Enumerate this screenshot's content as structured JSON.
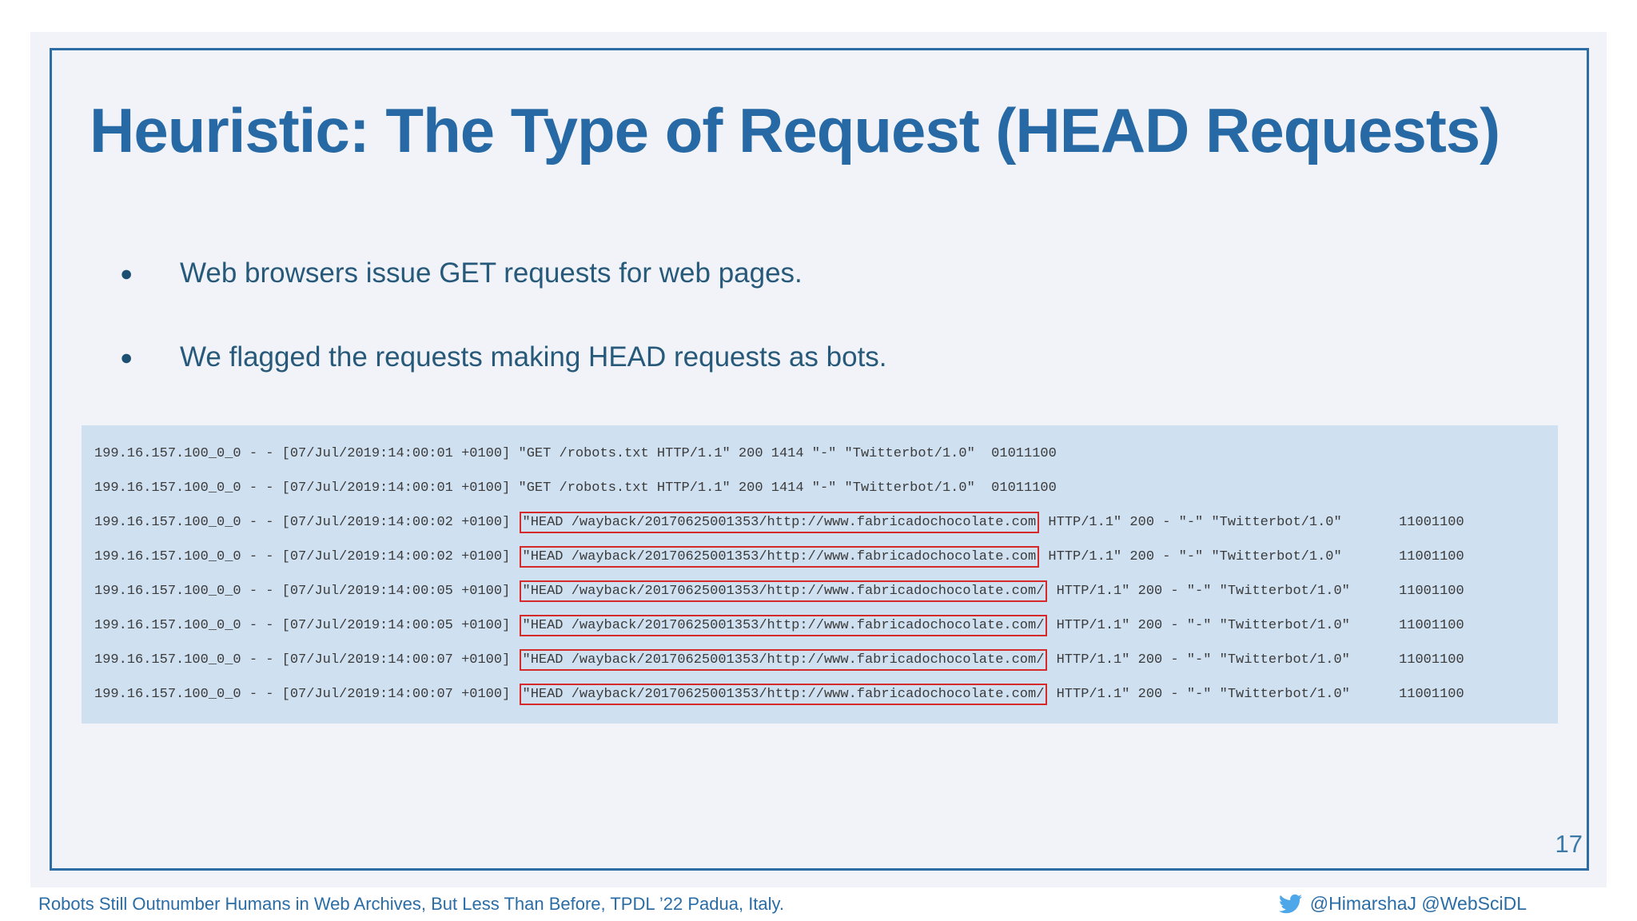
{
  "slide": {
    "title": "Heuristic: The Type of Request (HEAD Requests)",
    "page_number": "17",
    "bullet_glyph": "●",
    "bullets": [
      "Web browsers issue GET requests for web pages.",
      "We flagged the requests making HEAD requests as bots."
    ],
    "log": {
      "lines": [
        {
          "pre": "199.16.157.100_0_0 - - [07/Jul/2019:14:00:01 +0100] \"GET /robots.txt HTTP/1.1\" 200 1414 \"-\" \"Twitterbot/1.0\"  01011100",
          "hl": "",
          "post": ""
        },
        {
          "pre": "199.16.157.100_0_0 - - [07/Jul/2019:14:00:01 +0100] \"GET /robots.txt HTTP/1.1\" 200 1414 \"-\" \"Twitterbot/1.0\"  01011100",
          "hl": "",
          "post": ""
        },
        {
          "pre": "199.16.157.100_0_0 - - [07/Jul/2019:14:00:02 +0100] ",
          "hl": "\"HEAD /wayback/20170625001353/http://www.fabricadochocolate.com",
          "post": " HTTP/1.1\" 200 - \"-\" \"Twitterbot/1.0\"       11001100"
        },
        {
          "pre": "199.16.157.100_0_0 - - [07/Jul/2019:14:00:02 +0100] ",
          "hl": "\"HEAD /wayback/20170625001353/http://www.fabricadochocolate.com",
          "post": " HTTP/1.1\" 200 - \"-\" \"Twitterbot/1.0\"       11001100"
        },
        {
          "pre": "199.16.157.100_0_0 - - [07/Jul/2019:14:00:05 +0100] ",
          "hl": "\"HEAD /wayback/20170625001353/http://www.fabricadochocolate.com/",
          "post": " HTTP/1.1\" 200 - \"-\" \"Twitterbot/1.0\"      11001100"
        },
        {
          "pre": "199.16.157.100_0_0 - - [07/Jul/2019:14:00:05 +0100] ",
          "hl": "\"HEAD /wayback/20170625001353/http://www.fabricadochocolate.com/",
          "post": " HTTP/1.1\" 200 - \"-\" \"Twitterbot/1.0\"      11001100"
        },
        {
          "pre": "199.16.157.100_0_0 - - [07/Jul/2019:14:00:07 +0100] ",
          "hl": "\"HEAD /wayback/20170625001353/http://www.fabricadochocolate.com/",
          "post": " HTTP/1.1\" 200 - \"-\" \"Twitterbot/1.0\"      11001100"
        },
        {
          "pre": "199.16.157.100_0_0 - - [07/Jul/2019:14:00:07 +0100] ",
          "hl": "\"HEAD /wayback/20170625001353/http://www.fabricadochocolate.com/",
          "post": " HTTP/1.1\" 200 - \"-\" \"Twitterbot/1.0\"      11001100"
        }
      ]
    }
  },
  "footer": {
    "left": "Robots Still Outnumber Humans in Web Archives, But Less Than Before, TPDL ’22 Padua, Italy.",
    "right": "@HimarshaJ @WebSciDL",
    "twitter_icon": "twitter-bird-icon"
  },
  "colors": {
    "slide_background": "#f1f3f8",
    "border_blue": "#2e6da4",
    "title_blue": "#2769a4",
    "body_blue": "#27597a",
    "log_background": "#cfe0f1",
    "log_text": "#3b3b3b",
    "highlight_red": "#d42a2a",
    "footer_blue": "#2a6da6",
    "twitter_blue": "#4da7e8"
  }
}
